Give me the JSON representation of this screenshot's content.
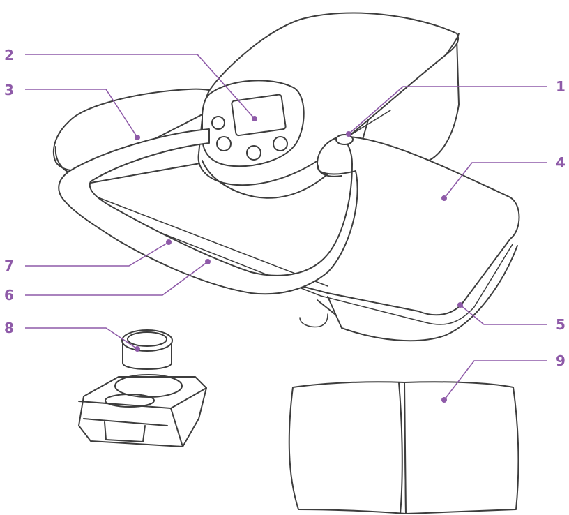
{
  "accent_color": "#8e5aa8",
  "line_color": "#3d3d3d",
  "callouts": [
    {
      "id": "c1",
      "number": "1"
    },
    {
      "id": "c2",
      "number": "2"
    },
    {
      "id": "c3",
      "number": "3"
    },
    {
      "id": "c4",
      "number": "4"
    },
    {
      "id": "c5",
      "number": "5"
    },
    {
      "id": "c6",
      "number": "6"
    },
    {
      "id": "c7",
      "number": "7"
    },
    {
      "id": "c8",
      "number": "8"
    },
    {
      "id": "c9",
      "number": "9"
    }
  ]
}
